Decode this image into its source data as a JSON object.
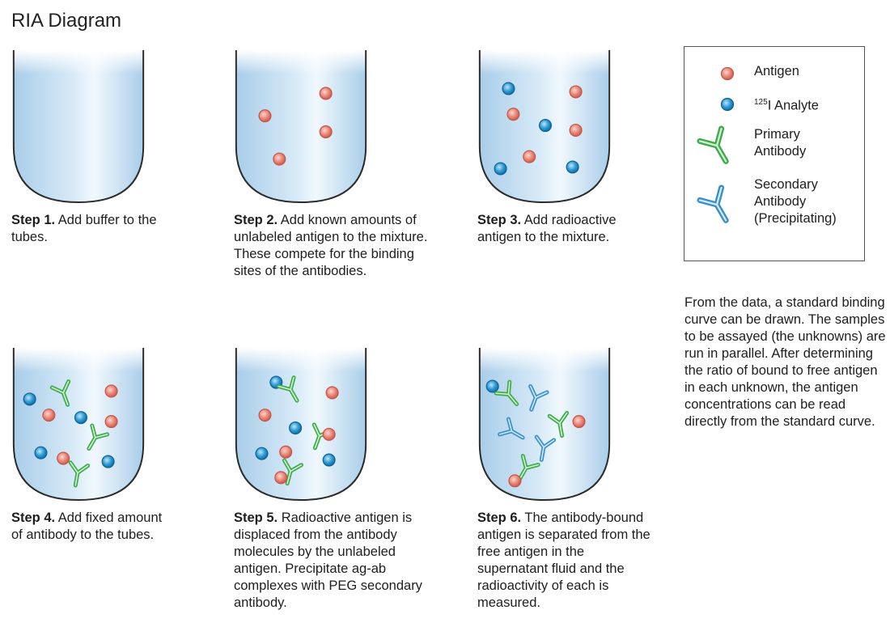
{
  "title": "RIA Diagram",
  "colors": {
    "antigen": "#e88276",
    "analyte": "#2f97cf",
    "primary_antibody": "#3eaa4a",
    "secondary_antibody": "#3b8fc8",
    "liquid": "#bcdaf0"
  },
  "steps": [
    {
      "label": "Step 1.",
      "text": "Add buffer to the tubes."
    },
    {
      "label": "Step 2.",
      "text": "Add known amounts of unlabeled antigen to the mixture. These compete for the binding sites of the antibodies."
    },
    {
      "label": "Step 3.",
      "text": "Add radioactive antigen to the mixture."
    },
    {
      "label": "Step 4.",
      "text": "Add fixed amount of antibody to the tubes."
    },
    {
      "label": "Step 5.",
      "text": "Radioactive antigen is displaced from the antibody molecules by the unlabeled antigen. Precipitate ag-ab complexes with PEG secondary antibody."
    },
    {
      "label": "Step 6.",
      "text": "The antibody-bound antigen is separated from the free antigen in the supernatant fluid and the radioactivity of each is measured."
    }
  ],
  "legend": {
    "antigen": "Antigen",
    "analyte_superscript": "125",
    "analyte": "I Analyte",
    "primary_line1": "Primary",
    "primary_line2": "Antibody",
    "secondary_line1": "Secondary",
    "secondary_line2": "Antibody",
    "secondary_line3": "(Precipitating)"
  },
  "note": "From the data, a standard binding curve can be drawn. The samples to be assayed (the unknowns) are run in parallel. After determining the ratio of bound to free antigen in each unknown, the antigen concentrations can be read directly from the standard curve."
}
